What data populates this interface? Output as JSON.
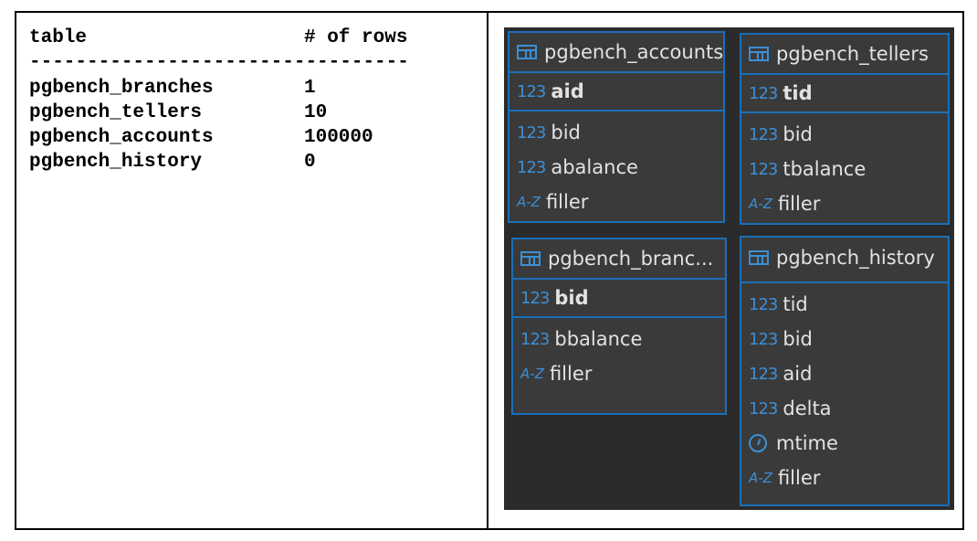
{
  "text_table": {
    "headers": [
      "table",
      "# of rows"
    ],
    "separator": "---------------------------------",
    "rows": [
      {
        "name": "pgbench_branches",
        "count": "1"
      },
      {
        "name": "pgbench_tellers",
        "count": "10"
      },
      {
        "name": "pgbench_accounts",
        "count": "100000"
      },
      {
        "name": "pgbench_history",
        "count": "0"
      }
    ]
  },
  "diagram": {
    "accounts": {
      "title": "pgbench_accounts",
      "pk": {
        "type": "123",
        "name": "aid"
      },
      "columns": [
        {
          "type": "123",
          "name": "bid"
        },
        {
          "type": "123",
          "name": "abalance"
        },
        {
          "type": "A-Z",
          "name": "filler"
        }
      ]
    },
    "tellers": {
      "title": "pgbench_tellers",
      "pk": {
        "type": "123",
        "name": "tid"
      },
      "columns": [
        {
          "type": "123",
          "name": "bid"
        },
        {
          "type": "123",
          "name": "tbalance"
        },
        {
          "type": "A-Z",
          "name": "filler"
        }
      ]
    },
    "branches": {
      "title": "pgbench_branc...",
      "pk": {
        "type": "123",
        "name": "bid"
      },
      "columns": [
        {
          "type": "123",
          "name": "bbalance"
        },
        {
          "type": "A-Z",
          "name": "filler"
        }
      ]
    },
    "history": {
      "title": "pgbench_history",
      "columns": [
        {
          "type": "123",
          "name": "tid"
        },
        {
          "type": "123",
          "name": "bid"
        },
        {
          "type": "123",
          "name": "aid"
        },
        {
          "type": "123",
          "name": "delta"
        },
        {
          "type": "clock-icon",
          "name": "mtime"
        },
        {
          "type": "A-Z",
          "name": "filler"
        }
      ]
    }
  }
}
